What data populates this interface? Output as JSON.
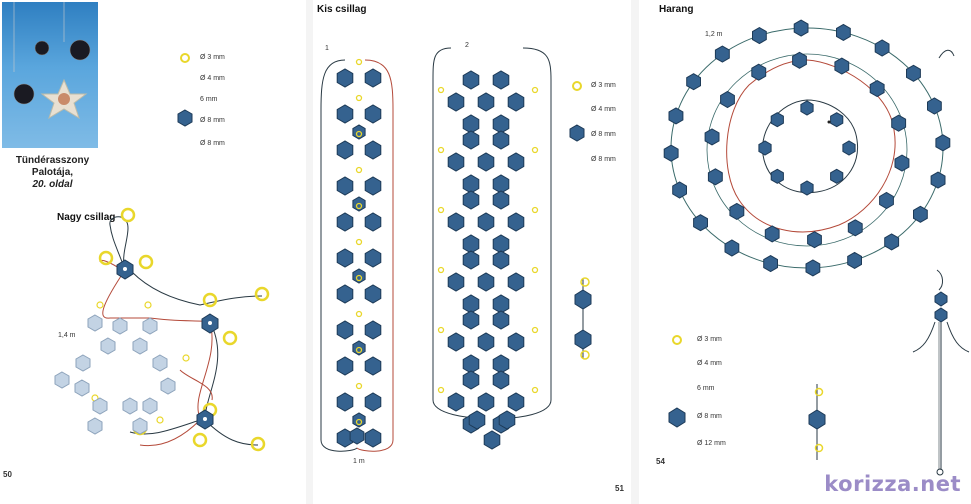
{
  "colors": {
    "bead_blue": "#35628f",
    "bead_yellow": "#e9d72b",
    "wire_red": "#b44a3a",
    "wire_dark": "#2a3a44",
    "watermark": "#9b8cc7"
  },
  "page50": {
    "caption_line1": "Tündérasszony",
    "caption_line2": "Palotája,",
    "caption_line3": "20. oldal",
    "title": "Nagy csillag",
    "wire_length": "1,4 m",
    "page_number": "50",
    "legend": [
      "Ø 3 mm",
      "Ø 4 mm",
      "6 mm",
      "Ø 8 mm",
      "Ø 8 mm"
    ]
  },
  "page51": {
    "title": "Kis csillag",
    "step1": "1",
    "step2": "2",
    "wire_length": "1 m",
    "page_number": "51",
    "legend": [
      "Ø 3 mm",
      "Ø 4 mm",
      "Ø 8 mm",
      "Ø 8 mm"
    ]
  },
  "page54": {
    "title": "Harang",
    "wire_length": "1,2 m",
    "page_number": "54",
    "legend": [
      "Ø 3 mm",
      "Ø 4 mm",
      "6 mm",
      "Ø 8 mm",
      "Ø 12 mm"
    ]
  },
  "watermark": "korizza.net"
}
